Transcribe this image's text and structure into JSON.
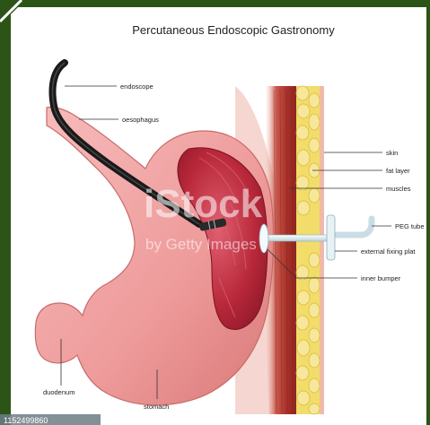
{
  "title": "Percutaneous Endoscopic Gastronomy",
  "labels": {
    "endoscope": "endoscope",
    "oesophagus": "oesophagus",
    "skin": "skin",
    "fat_layer": "fat layer",
    "muscles": "muscles",
    "peg_tube": "PEG tube",
    "external_fixing_plate": "external fixing plat",
    "inner_bumper": "inner bumper",
    "duodenum": "duodenum",
    "stomach": "stomach"
  },
  "watermark": {
    "brand": "iStock",
    "credit": "by Getty Images",
    "image_id": "1152499860"
  },
  "colors": {
    "frame": "#2c5416",
    "stomach": "#f0a0a0",
    "stomach_dark": "#d97878",
    "interior": "#b8283a",
    "muscle": "#a8302a",
    "fat": "#f2dc6a",
    "endoscope": "#1a1a1a"
  }
}
